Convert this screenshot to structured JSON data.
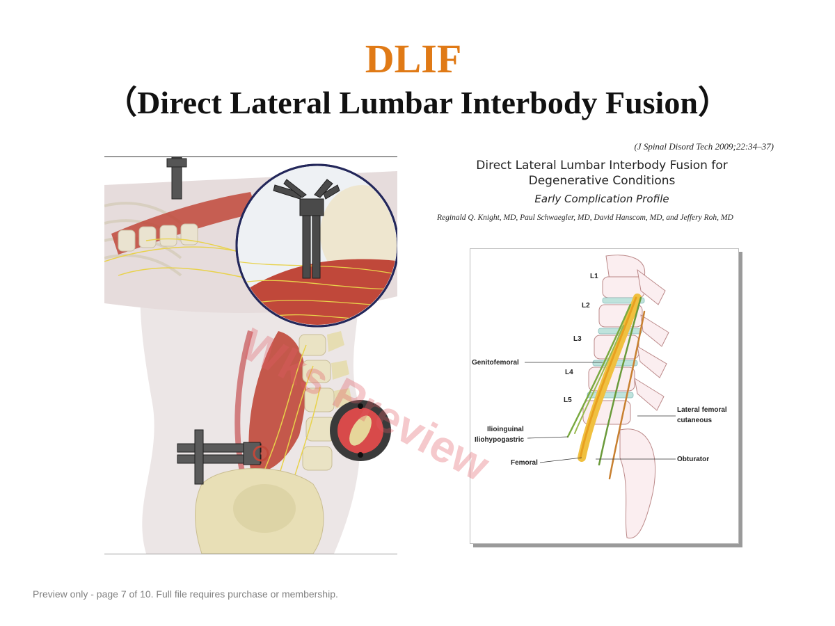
{
  "slide": {
    "title": "DLIF",
    "subtitle": "（Direct Lateral Lumbar Interbody Fusion）"
  },
  "reference": {
    "citation": "(J Spinal Disord Tech 2009;22:34–37)",
    "paper_title_line1": "Direct Lateral Lumbar Interbody Fusion for",
    "paper_title_line2": "Degenerative Conditions",
    "paper_subtitle": "Early Complication Profile",
    "authors": "Reginald Q. Knight, MD, Paul Schwaegler, MD, David Hanscom, MD, and Jeffery Roh, MD"
  },
  "diagram_labels": {
    "levels": [
      "L1",
      "L2",
      "L3",
      "L4",
      "L5"
    ],
    "genitofemoral": "Genitofemoral",
    "ilioinguinal": "Ilioinguinal",
    "iliohypogastric": "Iliohypogastric",
    "femoral": "Femoral",
    "lateral_femoral_1": "Lateral femoral",
    "lateral_femoral_2": "cutaneous",
    "obturator": "Obturator"
  },
  "watermark": "Wks Preview",
  "footer": "Preview only - page 7 of 10. Full file requires purchase or membership.",
  "colors": {
    "title": "#e07a16",
    "muscle": "#c0483a",
    "bone": "#e8dfb6",
    "nerve": "#e8d24a"
  }
}
